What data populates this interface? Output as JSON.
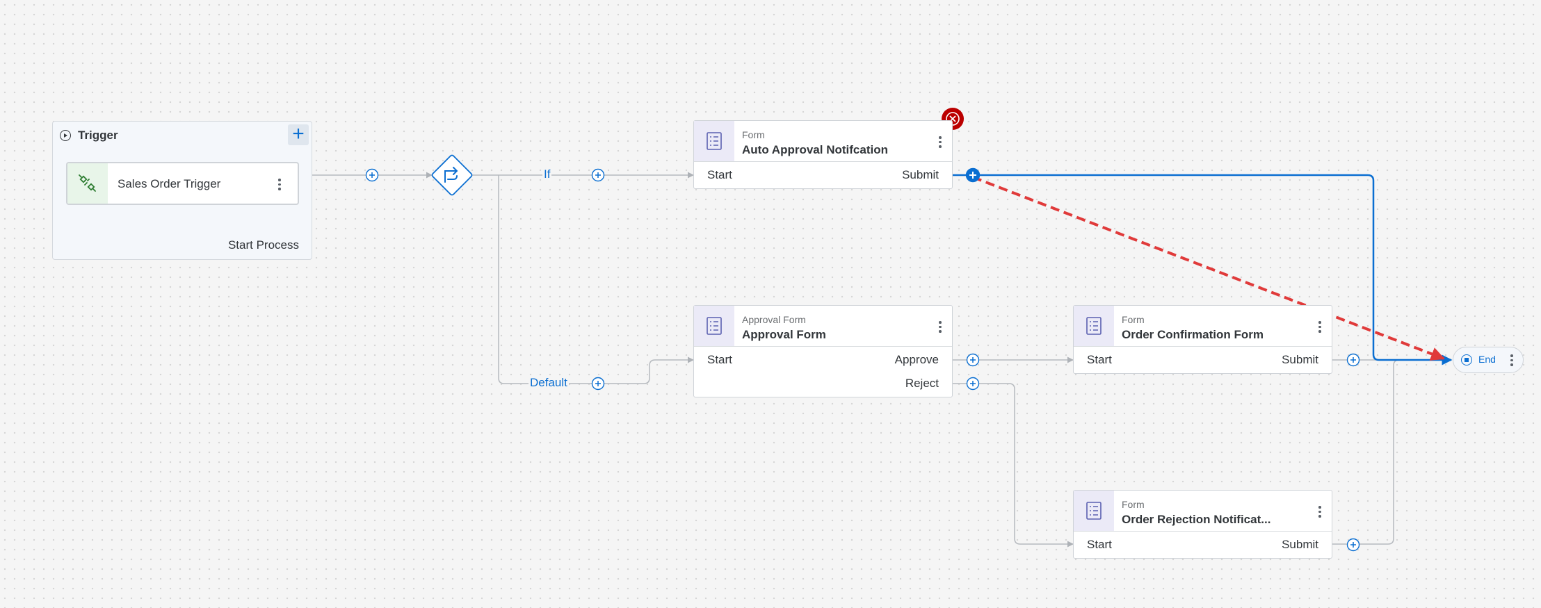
{
  "trigger": {
    "title": "Trigger",
    "add_label": "+",
    "card_label": "Sales Order Trigger",
    "footer": "Start Process"
  },
  "edges": {
    "if_label": "If",
    "default_label": "Default"
  },
  "nodes": {
    "auto_approval": {
      "type": "Form",
      "title": "Auto Approval Notifcation",
      "start": "Start",
      "submit": "Submit"
    },
    "approval_form": {
      "type": "Approval Form",
      "title": "Approval Form",
      "start": "Start",
      "approve": "Approve",
      "reject": "Reject"
    },
    "order_confirmation": {
      "type": "Form",
      "title": "Order Confirmation Form",
      "start": "Start",
      "submit": "Submit"
    },
    "order_rejection": {
      "type": "Form",
      "title": "Order Rejection Notificat...",
      "start": "Start",
      "submit": "Submit"
    }
  },
  "end": {
    "label": "End"
  },
  "colors": {
    "accent": "#0a6ed1",
    "error": "#bb0000",
    "annotation": "#e03a3a",
    "connector": "#b5b9be"
  },
  "icons": [
    "play-icon",
    "add-icon",
    "connection-icon",
    "branch-icon",
    "form-icon",
    "kebab-icon",
    "delete-icon",
    "stop-icon",
    "add-connection-icon"
  ]
}
